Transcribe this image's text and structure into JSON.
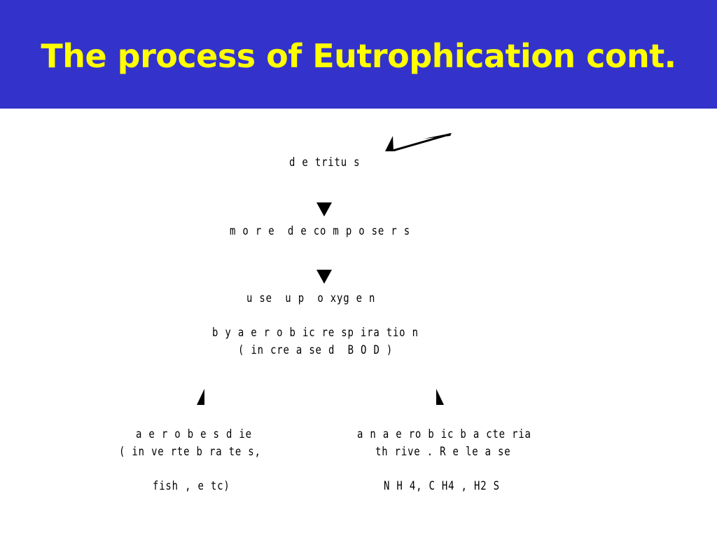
{
  "header": {
    "title": "The process of Eutrophication cont.",
    "background_color": "#3333cc",
    "title_color": "#ffff00"
  },
  "diagram": {
    "detritus": "d e tritu s",
    "more_decomposers": "m o r e  d e co m p o se r s",
    "use_up_oxygen": "u se  u p  o xyg e n",
    "aerobic_respiration": "b y a e r o b ic re sp ira tio n",
    "increased_bod": "( in cre a se d  B O D )",
    "aerobes_die": "a e r o b e s d ie",
    "invertebrates": "( in ve rte b ra te s,",
    "fish_etc": "fish , e tc)",
    "anaerobic_bacteria": "a n a e ro b ic b a cte ria",
    "thrive_release": "th rive . R e le a se",
    "gases": "N H 4, C H4 , H2 S",
    "arrow_icons": [
      "arrow-up-right-icon",
      "arrow-down-icon",
      "arrow-down-icon",
      "arrow-down-left-icon",
      "arrow-down-right-icon"
    ]
  }
}
